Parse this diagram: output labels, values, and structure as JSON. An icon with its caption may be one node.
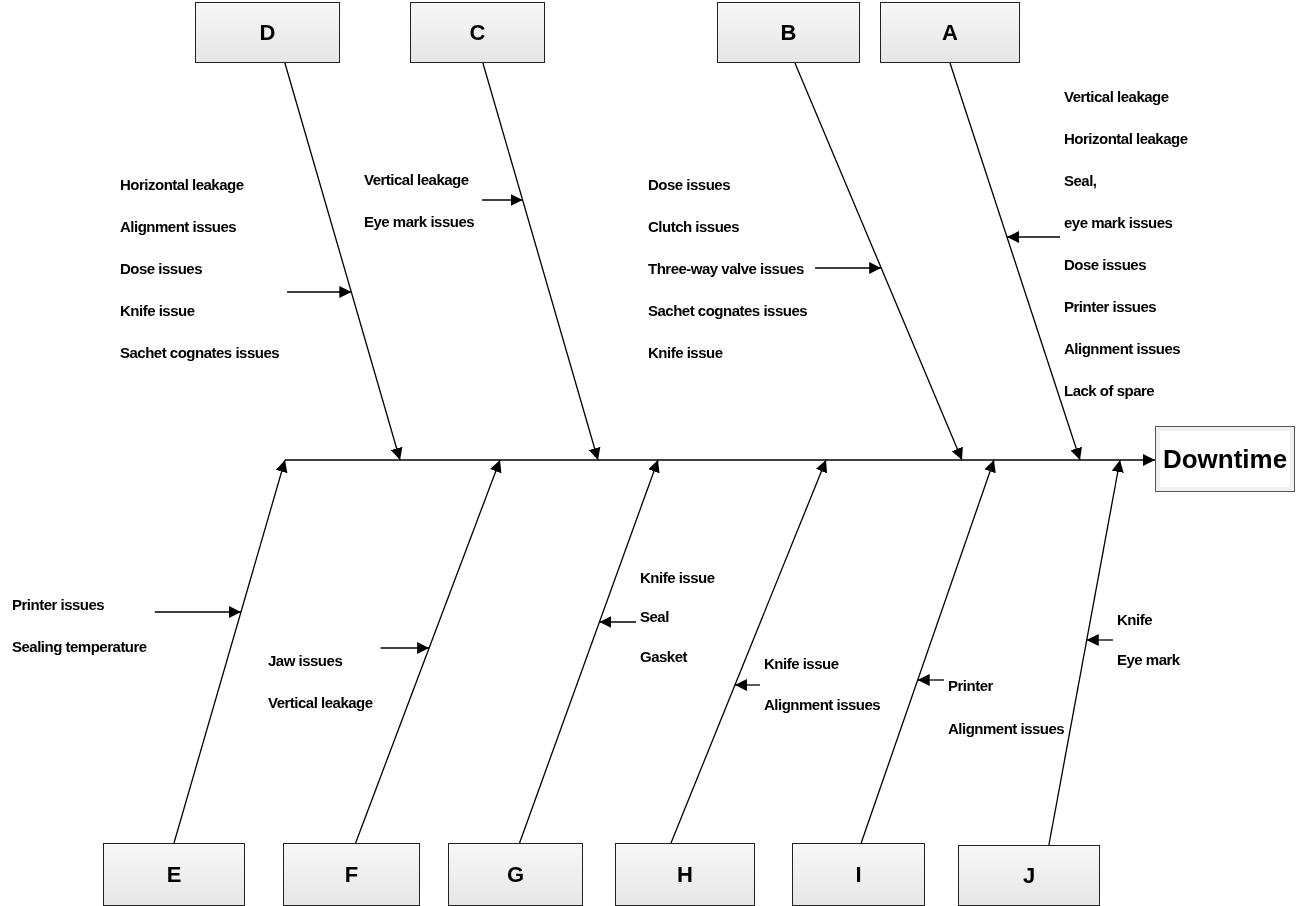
{
  "diagram": {
    "nodes": [
      {
        "text": [
          "D"
        ]
      },
      {
        "text": [
          "C"
        ]
      },
      {
        "text": [
          "B"
        ]
      },
      {
        "text": [
          "A"
        ]
      },
      {
        "text": [
          "Horizontal leakage",
          "Alignment issues",
          "Dose issues",
          "Knife issue",
          "Sachet cognates issues"
        ]
      },
      {
        "text": [
          "Vertical leakage",
          "Eye mark issues"
        ]
      },
      {
        "text": [
          "Dose issues",
          "Clutch issues",
          "Three-way valve issues",
          "Sachet cognates issues",
          "Knife issue"
        ]
      },
      {
        "text": [
          "Vertical leakage",
          "Horizontal leakage",
          "Seal,",
          "eye mark issues",
          "Dose issues",
          "Printer issues",
          "Alignment issues",
          "Lack of spare"
        ]
      },
      {
        "text": [
          "Downtime"
        ]
      },
      {
        "text": [
          "Printer issues",
          "Sealing temperature"
        ]
      },
      {
        "text": [
          "Jaw issues",
          "Vertical leakage"
        ]
      },
      {
        "text": [
          "Knife issue",
          "Seal",
          "Gasket"
        ]
      },
      {
        "text": [
          "Knife issue",
          "Alignment issues"
        ]
      },
      {
        "text": [
          "Printer",
          "Alignment issues"
        ]
      },
      {
        "text": [
          "Knife",
          "Eye mark"
        ]
      },
      {
        "text": [
          "E"
        ]
      },
      {
        "text": [
          "F"
        ]
      },
      {
        "text": [
          "G"
        ]
      },
      {
        "text": [
          "H"
        ]
      },
      {
        "text": [
          "I"
        ]
      },
      {
        "text": [
          "J"
        ]
      }
    ],
    "edges": [
      {
        "from": 0,
        "to": null,
        "arrow": "to"
      },
      {
        "from": 1,
        "to": null,
        "arrow": "to"
      },
      {
        "from": 2,
        "to": null,
        "arrow": "to"
      },
      {
        "from": 3,
        "to": null,
        "arrow": "to"
      },
      {
        "from": null,
        "to": 8,
        "arrow": "to"
      },
      {
        "from": 15,
        "to": null,
        "arrow": "to"
      },
      {
        "from": 16,
        "to": null,
        "arrow": "to"
      },
      {
        "from": 17,
        "to": null,
        "arrow": "to"
      },
      {
        "from": 18,
        "to": null,
        "arrow": "to"
      },
      {
        "from": 19,
        "to": null,
        "arrow": "to"
      },
      {
        "from": 20,
        "to": null,
        "arrow": "to"
      },
      {
        "from": 4,
        "to": null,
        "arrow": "to"
      },
      {
        "from": 5,
        "to": null,
        "arrow": "to"
      },
      {
        "from": 6,
        "to": null,
        "arrow": "to"
      },
      {
        "from": 7,
        "to": null,
        "arrow": "to"
      },
      {
        "from": 9,
        "to": null,
        "arrow": "to"
      },
      {
        "from": 10,
        "to": null,
        "arrow": "to"
      },
      {
        "from": 11,
        "to": null,
        "arrow": "to"
      },
      {
        "from": 12,
        "to": null,
        "arrow": "to"
      },
      {
        "from": 13,
        "to": null,
        "arrow": "to"
      },
      {
        "from": 14,
        "to": null,
        "arrow": "to"
      }
    ]
  }
}
